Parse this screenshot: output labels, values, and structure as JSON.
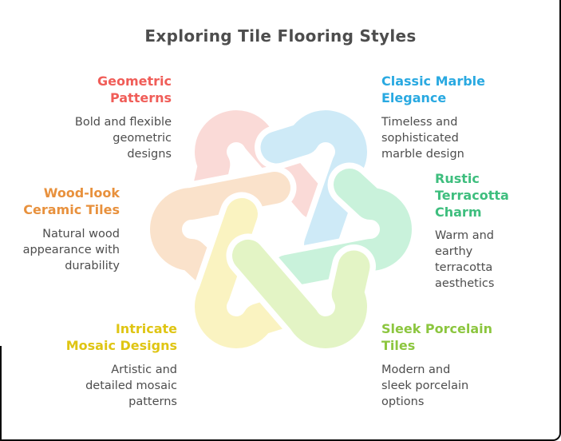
{
  "title": "Exploring Tile Flooring Styles",
  "title_color": "#4D4D4D",
  "body_text_color": "#4D4D4D",
  "outline_color": "#FFFFFF",
  "sections": [
    {
      "id": "geometric-patterns",
      "heading": "Geometric\nPatterns",
      "body": "Bold and flexible\ngeometric\ndesigns",
      "heading_color": "#F05D58",
      "petal_color": "#FADAD7"
    },
    {
      "id": "classic-marble-elegance",
      "heading": "Classic Marble\nElegance",
      "body": "Timeless and\nsophisticated\nmarble design",
      "heading_color": "#29A9E1",
      "petal_color": "#CEEAF7"
    },
    {
      "id": "wood-look-ceramic-tiles",
      "heading": "Wood-look\nCeramic Tiles",
      "body": "Natural wood\nappearance with\ndurability",
      "heading_color": "#E8913D",
      "petal_color": "#FAE2CB"
    },
    {
      "id": "rustic-terracotta-charm",
      "heading": "Rustic\nTerracotta\nCharm",
      "body": "Warm and\nearthy\nterracotta\naesthetics",
      "heading_color": "#3EBE7E",
      "petal_color": "#C9F2DB"
    },
    {
      "id": "intricate-mosaic-designs",
      "heading": "Intricate\nMosaic Designs",
      "body": "Artistic and\ndetailed mosaic\npatterns",
      "heading_color": "#DFC513",
      "petal_color": "#FAF3C1"
    },
    {
      "id": "sleek-porcelain-tiles",
      "heading": "Sleek Porcelain\nTiles",
      "body": "Modern and\nsleek porcelain\noptions",
      "heading_color": "#8CC63F",
      "petal_color": "#E3F4C5"
    }
  ]
}
